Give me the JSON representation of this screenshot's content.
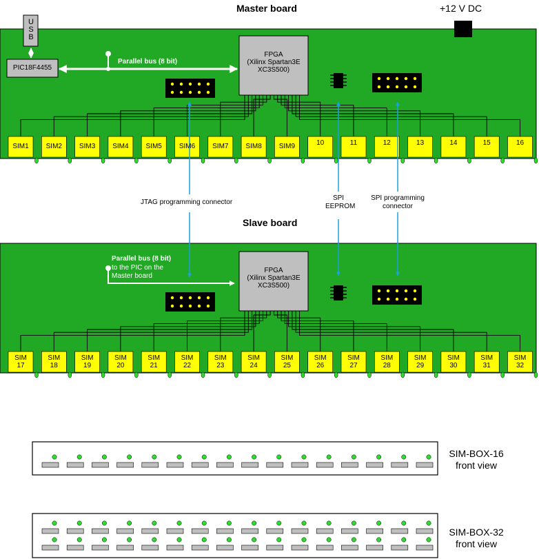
{
  "colors": {
    "board": "#21a824",
    "sim_slot": "#ffff00",
    "chip": "#bfbfbf",
    "signal_arrow": "#1ba1e2",
    "led": "#2ddc2d",
    "trace": "#000000"
  },
  "master": {
    "title": "Master board",
    "power": "+12 V DC",
    "usb": "USB",
    "pic": "PIC18F4455",
    "bus_label": "Parallel bus (8 bit)",
    "fpga": [
      "FPGA",
      "(Xilinx Spartan3E",
      "XC3S500)"
    ],
    "sims": [
      "SIM1",
      "SIM2",
      "SIM3",
      "SIM4",
      "SIM5",
      "SIM6",
      "SIM7",
      "SIM8",
      "SIM9",
      "10",
      "11",
      "12",
      "13",
      "14",
      "15",
      "16"
    ]
  },
  "connectors": {
    "jtag": "JTAG programming connector",
    "spi_eeprom": [
      "SPI",
      "EEPROM"
    ],
    "spi_conn": [
      "SPI programming",
      "connector"
    ]
  },
  "slave": {
    "title": "Slave board",
    "bus_label": "Parallel bus (8 bit)",
    "bus_note": "to the PIC on the Master board",
    "fpga": [
      "FPGA",
      "(Xilinx Spartan3E",
      "XC3S500)"
    ],
    "sim_prefix": "SIM",
    "sim_nums": [
      "17",
      "18",
      "19",
      "20",
      "21",
      "22",
      "23",
      "24",
      "25",
      "26",
      "27",
      "28",
      "29",
      "30",
      "31",
      "32"
    ]
  },
  "front16": {
    "label": [
      "SIM-BOX-16",
      "front view"
    ],
    "slots": 16
  },
  "front32": {
    "label": [
      "SIM-BOX-32",
      "front view"
    ],
    "slots": 16,
    "rows": 2
  }
}
